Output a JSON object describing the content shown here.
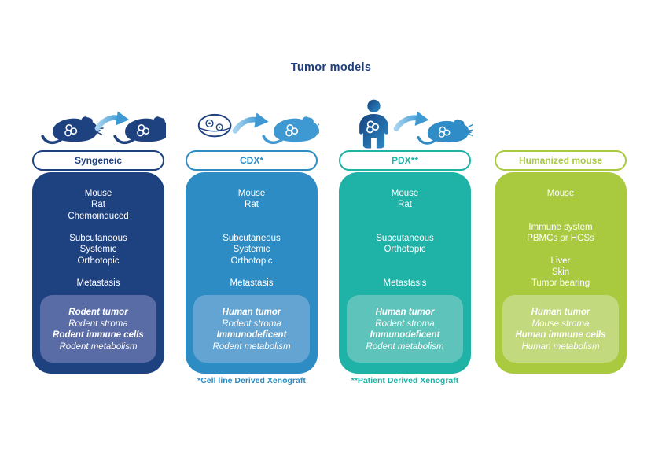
{
  "title": "Tumor models",
  "colors": {
    "navy": "#1E4180",
    "blue": "#2D8CC3",
    "teal": "#1FB2A6",
    "green": "#A9C93E",
    "navy_box": "#5A6CA6",
    "blue_box": "#64A4D2",
    "teal_box": "#5EC4BB",
    "green_box": "#C2D97E",
    "arrow_light": "#A6D3EF",
    "arrow_dark": "#3E99D3"
  },
  "columns": [
    {
      "label": "Syngeneic",
      "icon": "mouse-to-mouse-transfer-icon",
      "lines": [
        "Mouse",
        "Rat",
        "Chemoinduced",
        "",
        "Subcutaneous",
        "Systemic",
        "Orthotopic",
        "",
        "Metastasis"
      ],
      "box": [
        "Rodent tumor",
        "Rodent stroma",
        "Rodent immune cells",
        "Rodent metabolism"
      ],
      "footnote": ""
    },
    {
      "label": "CDX*",
      "icon": "petri-dish-to-mouse-transfer-icon",
      "lines": [
        "Mouse",
        "Rat",
        "",
        "",
        "Subcutaneous",
        "Systemic",
        "Orthotopic",
        "",
        "Metastasis"
      ],
      "box": [
        "Human tumor",
        "Rodent stroma",
        "Immunodeficent",
        "Rodent metabolism"
      ],
      "footnote": "*Cell line Derived Xenograft"
    },
    {
      "label": "PDX**",
      "icon": "human-to-mouse-transfer-icon",
      "lines": [
        "Mouse",
        "Rat",
        "",
        "",
        "Subcutaneous",
        "Orthotopic",
        "",
        "",
        "Metastasis"
      ],
      "box": [
        "Human tumor",
        "Rodent stroma",
        "Immunodeficent",
        "Rodent metabolism"
      ],
      "footnote": "**Patient Derived Xenograft"
    },
    {
      "label": "Humanized mouse",
      "icon": "",
      "lines": [
        "Mouse",
        "",
        "",
        "Immune system",
        "PBMCs or HCSs",
        "",
        "Liver",
        "Skin",
        "Tumor bearing"
      ],
      "box": [
        "Human tumor",
        "Mouse stroma",
        "Human immune cells",
        "Human metabolism"
      ],
      "footnote": ""
    }
  ]
}
